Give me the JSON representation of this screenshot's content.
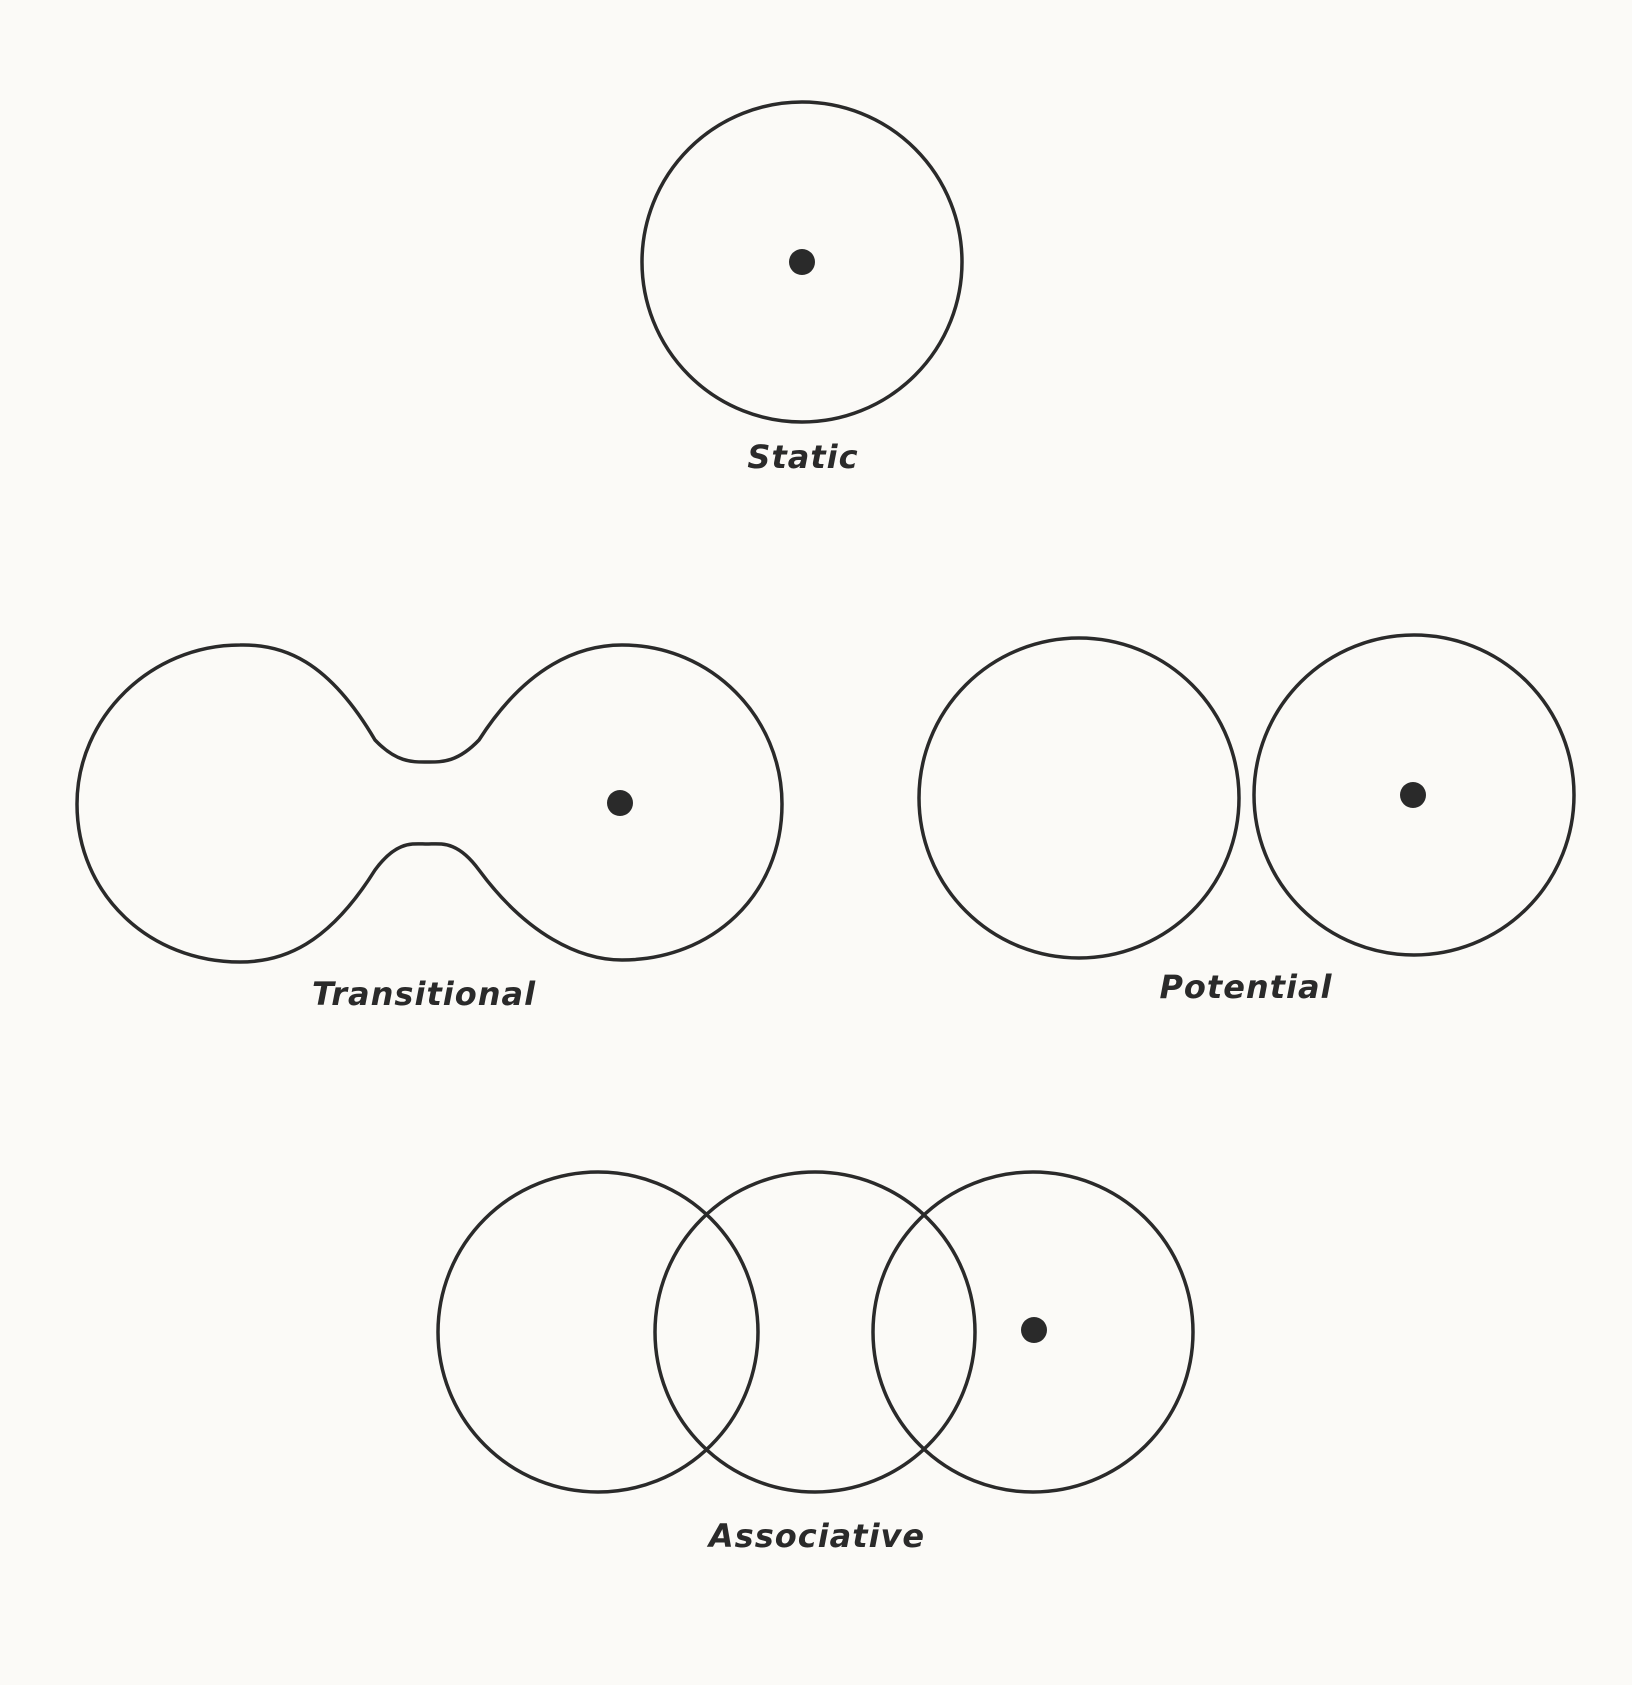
{
  "figure": {
    "ink_color": "#2a2a2a",
    "background_color": "#fbfaf7",
    "panels": [
      {
        "key": "static",
        "label": "Static"
      },
      {
        "key": "transitional",
        "label": "Transitional"
      },
      {
        "key": "potential",
        "label": "Potential"
      },
      {
        "key": "associative",
        "label": "Associative"
      }
    ]
  }
}
